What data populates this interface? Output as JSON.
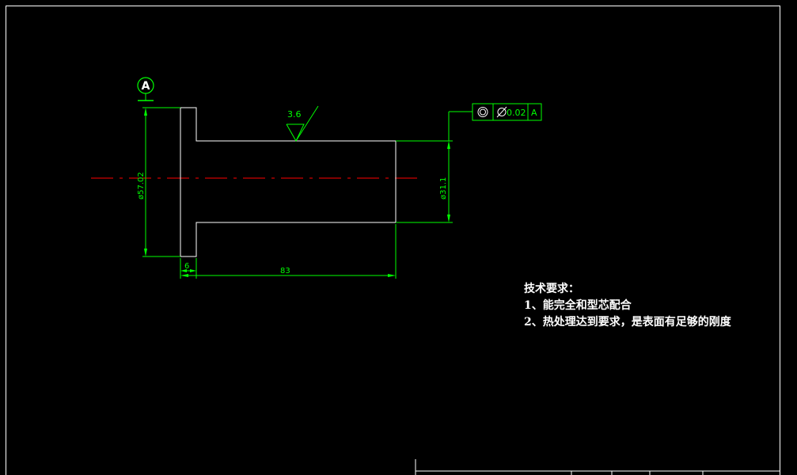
{
  "drawing": {
    "datum_label": "A",
    "roughness_value": "3.6",
    "tolerance_frame": {
      "symbol": "concentricity-icon",
      "value": "0.02",
      "datum": "A"
    },
    "dims": {
      "large_diameter": "ø57.02",
      "small_diameter": "ø31.1",
      "flange_width": "6",
      "shaft_length": "83"
    },
    "colors": {
      "outline": "#ffffff",
      "dimension": "#00ff00",
      "centerline": "#ff0000",
      "frame": "#ffffff"
    }
  },
  "notes": {
    "title": "技术要求：",
    "items": [
      "1、能完全和型芯配合",
      "2、热处理达到要求，是表面有足够的刚度"
    ]
  }
}
